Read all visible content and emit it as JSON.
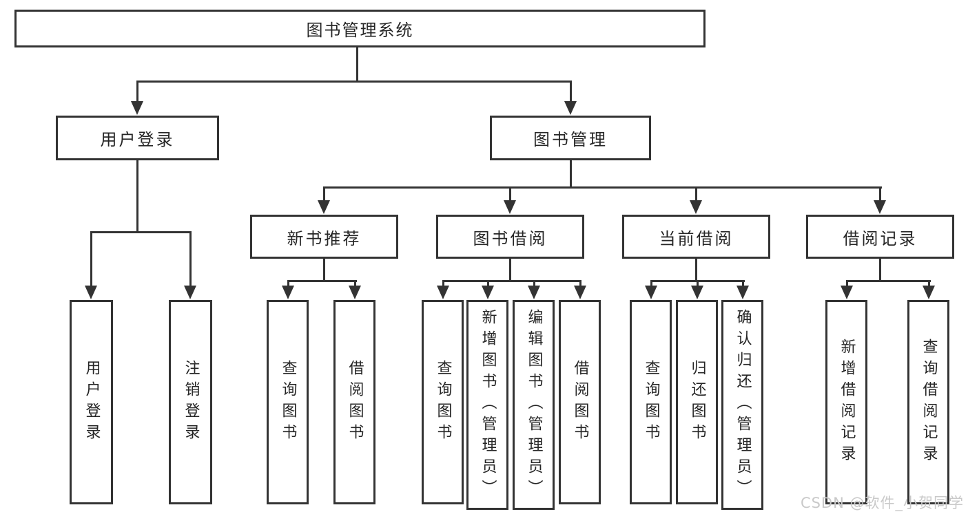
{
  "diagram": {
    "root": {
      "label": "图书管理系统"
    },
    "level2": [
      {
        "label": "用户登录"
      },
      {
        "label": "图书管理"
      }
    ],
    "level3": [
      {
        "label": "新书推荐"
      },
      {
        "label": "图书借阅"
      },
      {
        "label": "当前借阅"
      },
      {
        "label": "借阅记录"
      }
    ],
    "leaves": {
      "user": [
        "用户登录",
        "注销登录"
      ],
      "newbook": [
        "查询图书",
        "借阅图书"
      ],
      "borrow": [
        "查询图书",
        "新增图书（管理员）",
        "编辑图书（管理员）",
        "借阅图书"
      ],
      "current": [
        "查询图书",
        "归还图书",
        "确认归还（管理员）"
      ],
      "records": [
        "新增借阅记录",
        "查询借阅记录"
      ]
    }
  },
  "watermark": {
    "text": "CSDN @软件_小贺同学"
  },
  "colors": {
    "line": "#333333",
    "text": "#262626",
    "watermark": "#c9c9c9"
  }
}
